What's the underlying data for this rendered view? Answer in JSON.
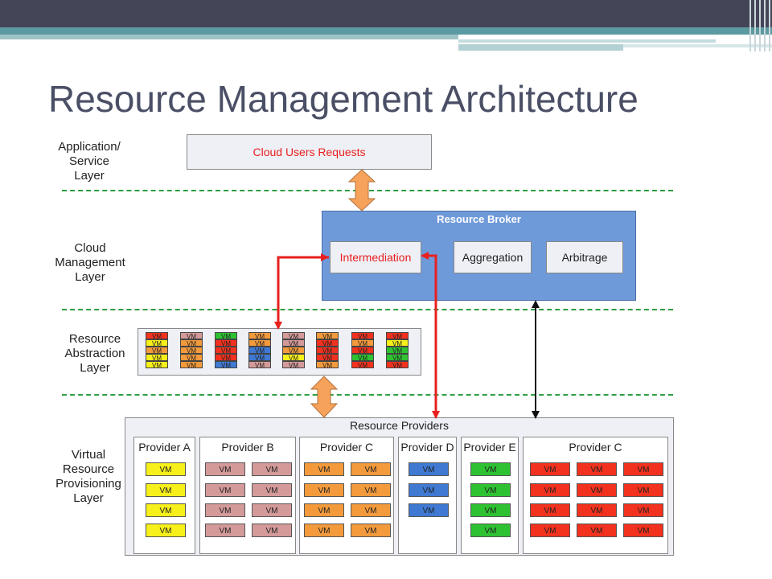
{
  "title": "Resource Management Architecture",
  "layers": {
    "app": [
      "Application/",
      "Service",
      "Layer"
    ],
    "cloud": [
      "Cloud",
      "Management",
      "Layer"
    ],
    "abstraction": [
      "Resource",
      "Abstraction",
      "Layer"
    ],
    "virtual": [
      "Virtual",
      "Resource",
      "Provisioning",
      "Layer"
    ]
  },
  "cloud_users_requests": "Cloud Users Requests",
  "broker": {
    "title": "Resource Broker",
    "intermediation": "Intermediation",
    "aggregation": "Aggregation",
    "arbitrage": "Arbitrage"
  },
  "vm_label": "VM",
  "abstraction_columns": [
    [
      "red",
      "yellow",
      "orange",
      "yellow",
      "yellow"
    ],
    [
      "pink",
      "orange",
      "orange",
      "orange",
      "orange"
    ],
    [
      "green",
      "red",
      "red",
      "red",
      "blue"
    ],
    [
      "orange",
      "orange",
      "blue",
      "blue",
      "pink"
    ],
    [
      "pink",
      "pink",
      "orange",
      "yellow",
      "pink"
    ],
    [
      "orange",
      "red",
      "red",
      "red",
      "orange"
    ],
    [
      "red",
      "orange",
      "red",
      "green",
      "red"
    ],
    [
      "red",
      "yellow",
      "green",
      "green",
      "red"
    ]
  ],
  "resource_providers": {
    "title": "Resource Providers",
    "providers": [
      {
        "name": "Provider A",
        "color": "yellow",
        "columns": 1,
        "rows": 4
      },
      {
        "name": "Provider B",
        "color": "pink",
        "columns": 2,
        "rows": 4
      },
      {
        "name": "Provider C",
        "color": "orange",
        "columns": 2,
        "rows": 4
      },
      {
        "name": "Provider D",
        "color": "blue",
        "columns": 1,
        "rows": 3
      },
      {
        "name": "Provider E",
        "color": "green",
        "columns": 1,
        "rows": 4
      },
      {
        "name": "Provider C",
        "color": "red",
        "columns": 3,
        "rows": 4
      }
    ]
  },
  "colors": {
    "yellow": "#f7f01a",
    "pink": "#d49a9a",
    "orange": "#f39a3c",
    "blue": "#3f79d2",
    "green": "#2ec232",
    "red": "#f2311e",
    "accent_red": "#e8201e",
    "broker_blue": "#6f9ad9",
    "dashed_green": "#2e9e3e",
    "arrow_orange": "#f7a25a"
  }
}
